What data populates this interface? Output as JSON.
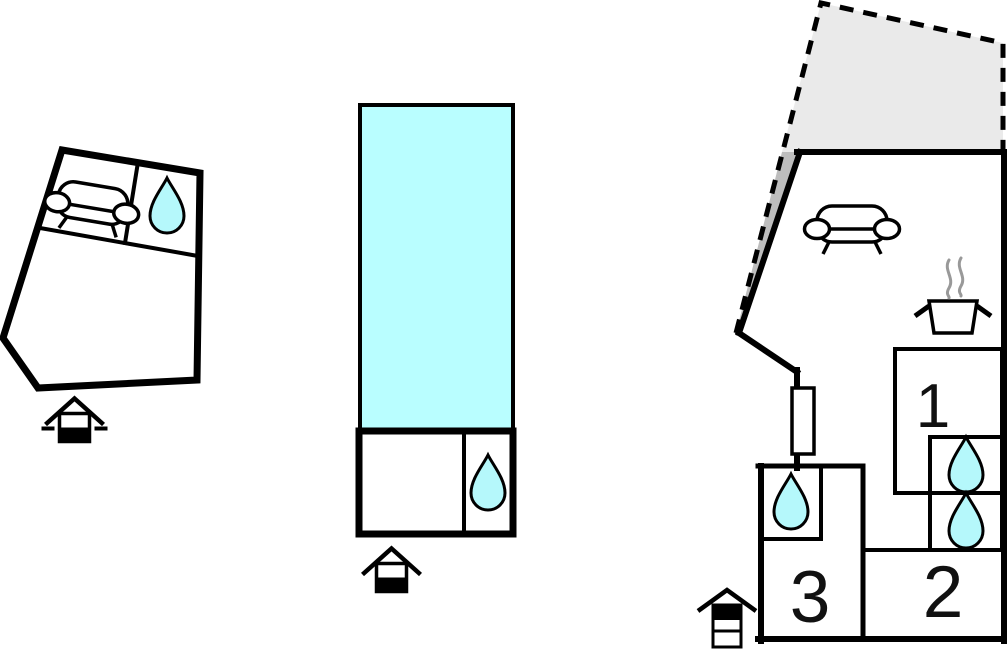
{
  "page": {
    "background": "#ffffff",
    "type": "floor-plan"
  },
  "colors": {
    "wall": "#000000",
    "water_drop": "#b5f8fb",
    "pool": "#b9feff",
    "terrace_light": "#eaeaea",
    "terrace_shadow": "#bdbdbd",
    "steam": "#999999",
    "label_text": "#111111"
  },
  "icons": {
    "sofa": "sofa-icon",
    "water_drop": "water-drop-icon",
    "cooking_pot": "cooking-pot-icon",
    "entrance": "entrance-icon"
  },
  "rooms": {
    "room1": "1",
    "room2": "2",
    "room3": "3"
  }
}
